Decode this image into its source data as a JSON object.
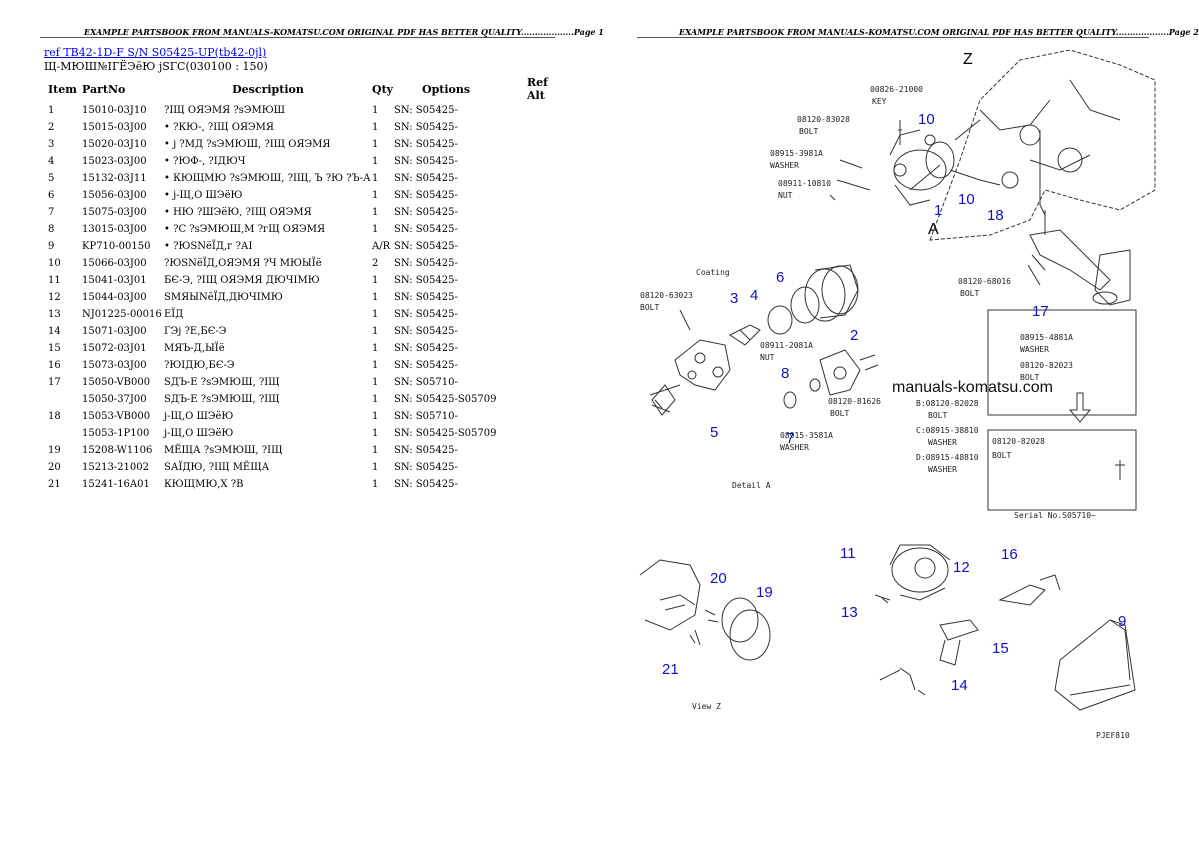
{
  "header": {
    "left": "EXAMPLE PARTSBOOK FROM MANUALS-KOMATSU.COM ORIGINAL PDF HAS BETTER QUALITY...................Page 1",
    "right": "EXAMPLE PARTSBOOK FROM MANUALS-KOMATSU.COM ORIGINAL PDF HAS BETTER QUALITY...................Page 2"
  },
  "ref_link": "ref TB42-1D-F S/N S05425-UP(tb42-0jl)",
  "subtitle": "Щ-МЮШ№ІГЁЭёЮ јЅГС(030100 : 150)",
  "columns": [
    "Item",
    "PartNo",
    "Description",
    "Qty",
    "Options",
    "Ref Alt"
  ],
  "rows": [
    {
      "item": "1",
      "part": "15010-03J10",
      "desc": "?IЩ ОЯЭМЯ ?sЭМЮШ",
      "qty": "1",
      "opt": "SN: S05425-"
    },
    {
      "item": "2",
      "part": "15015-03J00",
      "desc": "• ?КЮ-, ?IЩ ОЯЭМЯ",
      "qty": "1",
      "opt": "SN: S05425-"
    },
    {
      "item": "3",
      "part": "15020-03J10",
      "desc": "• ј ?МД ?sЭМЮШ, ?IЩ ОЯЭМЯ",
      "qty": "1",
      "opt": "SN: S05425-"
    },
    {
      "item": "4",
      "part": "15023-03J00",
      "desc": "• ?ЮФ-, ?IДЮЧ",
      "qty": "1",
      "opt": "SN: S05425-"
    },
    {
      "item": "5",
      "part": "15132-03J11",
      "desc": "• КЮЩМЮ ?sЭМЮШ, ?IЩ, Ъ ?Ю ?Ъ-А",
      "qty": "1",
      "opt": "SN: S05425-"
    },
    {
      "item": "6",
      "part": "15056-03J00",
      "desc": "• ј-Щ,О ШЭёЮ",
      "qty": "1",
      "opt": "SN: S05425-"
    },
    {
      "item": "7",
      "part": "15075-03J00",
      "desc": "• НЮ ?ШЭёЮ, ?IЩ ОЯЭМЯ",
      "qty": "1",
      "opt": "SN: S05425-"
    },
    {
      "item": "8",
      "part": "13015-03J00",
      "desc": "• ?С ?sЭМЮШ,М ?гЩ ОЯЭМЯ",
      "qty": "1",
      "opt": "SN: S05425-"
    },
    {
      "item": "9",
      "part": "KP710-00150",
      "desc": "• ?ЮЅNёЇД,г ?АI",
      "qty": "A/R",
      "opt": "SN: S05425-"
    },
    {
      "item": "10",
      "part": "15066-03J00",
      "desc": "?ЮЅNёЇД,ОЯЭМЯ ?Ч МЮЫЇё",
      "qty": "2",
      "opt": "SN: S05425-"
    },
    {
      "item": "11",
      "part": "15041-03J01",
      "desc": "БЄ-Э, ?IЩ ОЯЭМЯ ДЮЧІМЮ",
      "qty": "1",
      "opt": "SN: S05425-"
    },
    {
      "item": "12",
      "part": "15044-03J00",
      "desc": "SМЯЫNёЇД,ДЮЧІМЮ",
      "qty": "1",
      "opt": "SN: S05425-"
    },
    {
      "item": "13",
      "part": "NJ01225-00016",
      "desc": "ЕЇД",
      "qty": "1",
      "opt": "SN: S05425-"
    },
    {
      "item": "14",
      "part": "15071-03J00",
      "desc": "ГЭј ?Е,БЄ-Э",
      "qty": "1",
      "opt": "SN: S05425-"
    },
    {
      "item": "15",
      "part": "15072-03J01",
      "desc": "МЯЪ-Д,ЫЇё",
      "qty": "1",
      "opt": "SN: S05425-"
    },
    {
      "item": "16",
      "part": "15073-03J00",
      "desc": "?ЮIДЮ,БЄ-Э",
      "qty": "1",
      "opt": "SN: S05425-"
    },
    {
      "item": "17",
      "part": "15050-VB000",
      "desc": "SДЪ-Е ?sЭМЮШ, ?IЩ",
      "qty": "1",
      "opt": "SN: S05710-"
    },
    {
      "item": "",
      "part": "15050-37J00",
      "desc": "SДЪ-Е ?sЭМЮШ, ?IЩ",
      "qty": "1",
      "opt": "SN: S05425-S05709"
    },
    {
      "item": "18",
      "part": "15053-VB000",
      "desc": "ј-Щ,О ШЭёЮ",
      "qty": "1",
      "opt": "SN: S05710-"
    },
    {
      "item": "",
      "part": "15053-1P100",
      "desc": "ј-Щ,О ШЭёЮ",
      "qty": "1",
      "opt": "SN: S05425-S05709"
    },
    {
      "item": "19",
      "part": "15208-W1106",
      "desc": "МЁЩА ?sЭМЮШ, ?IЩ",
      "qty": "1",
      "opt": "SN: S05425-"
    },
    {
      "item": "20",
      "part": "15213-21002",
      "desc": "SАЇДЮ, ?IЩ МЁЩА",
      "qty": "1",
      "opt": "SN: S05425-"
    },
    {
      "item": "21",
      "part": "15241-16A01",
      "desc": "КЮЩМЮ,Х ?В",
      "qty": "1",
      "opt": "SN: S05425-"
    }
  ],
  "diagram": {
    "watermark": "manuals-komatsu.com",
    "view_z_label": "Z",
    "view_a_label": "A",
    "code": "PJEF810",
    "callouts": {
      "key": [
        "00826-21000",
        "KEY"
      ],
      "bolt_top": [
        "08120-83028",
        "BOLT"
      ],
      "washer_top": [
        "08915-3981A",
        "WASHER"
      ],
      "nut_top": [
        "08911-10810",
        "NUT"
      ],
      "bolt_mid": [
        "08120-68016",
        "BOLT"
      ],
      "washer_right": [
        "08915-4881A",
        "WASHER"
      ],
      "bolt_right": [
        "08120-82023",
        "BOLT"
      ],
      "coating": [
        "Coating"
      ],
      "bolt_left": [
        "08120-63023",
        "BOLT"
      ],
      "nut_left": [
        "08911-2081A",
        "NUT"
      ],
      "bolt_lower": [
        "08120-81626",
        "BOLT"
      ],
      "washer_lower": [
        "08915-3581A",
        "WASHER"
      ],
      "detail_a": [
        "Detail A"
      ],
      "legend_b": [
        "B:08120-82028",
        "BOLT"
      ],
      "legend_c": [
        "C:08915-38810",
        "WASHER"
      ],
      "legend_d": [
        "D:08915-48810",
        "WASHER"
      ],
      "boxed": [
        "08120-82028",
        "BOLT"
      ],
      "serial": [
        "Serial No.S05710~"
      ],
      "view_z": [
        "View Z"
      ]
    },
    "numbers": [
      "1",
      "2",
      "3",
      "4",
      "5",
      "6",
      "7",
      "8",
      "9",
      "10",
      "10",
      "11",
      "12",
      "13",
      "14",
      "15",
      "16",
      "17",
      "18",
      "19",
      "20",
      "21"
    ]
  }
}
